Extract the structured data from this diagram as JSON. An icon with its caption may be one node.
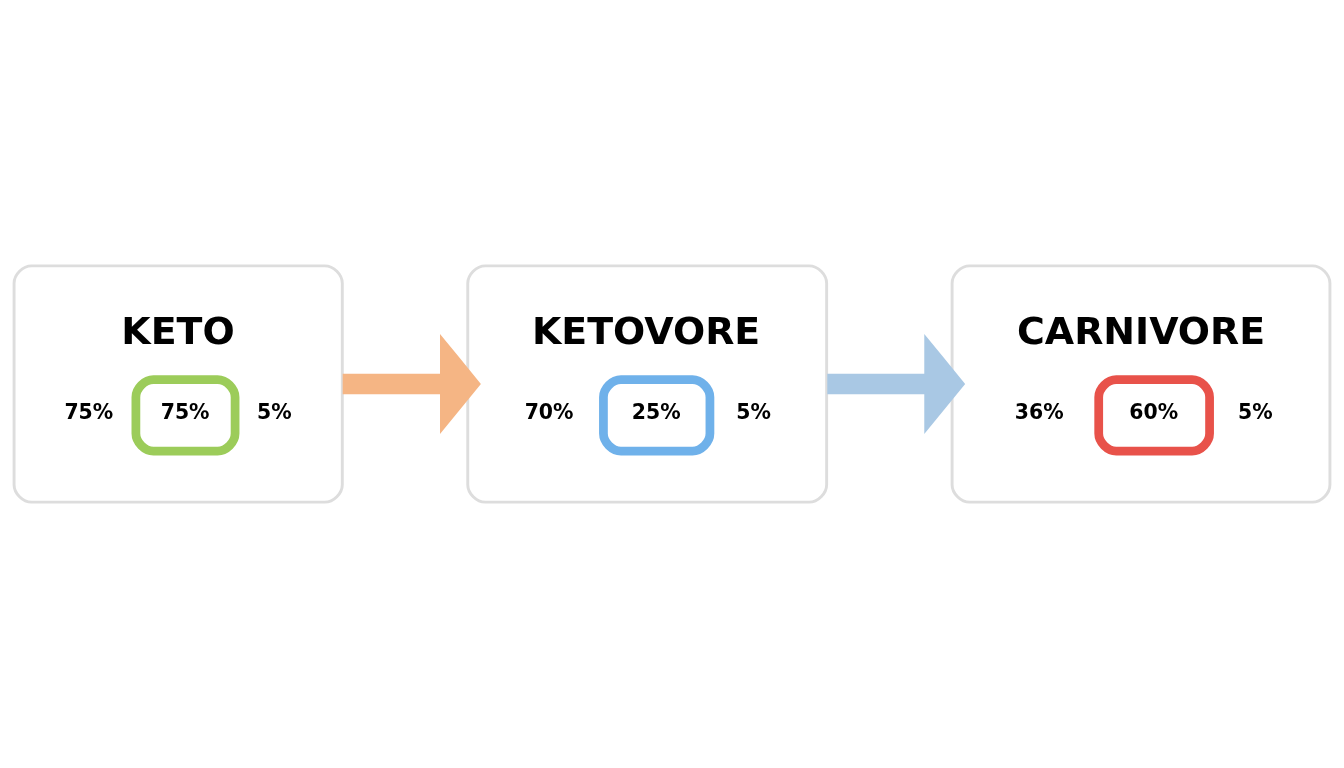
{
  "diagram": {
    "nodes": [
      {
        "text": [
          "KETO",
          "75%",
          "75%",
          "5%"
        ]
      },
      {
        "text": [
          "KETOVORE",
          "70%",
          "25%",
          "5%"
        ]
      },
      {
        "text": [
          "CARNIVORE",
          "36%",
          "60%",
          "5%"
        ]
      }
    ],
    "edges": [
      {
        "from": 0,
        "to": 1,
        "arrow": "to",
        "color": "#f5b584"
      },
      {
        "from": 1,
        "to": 2,
        "arrow": "to",
        "color": "#a9c8e4"
      }
    ]
  }
}
